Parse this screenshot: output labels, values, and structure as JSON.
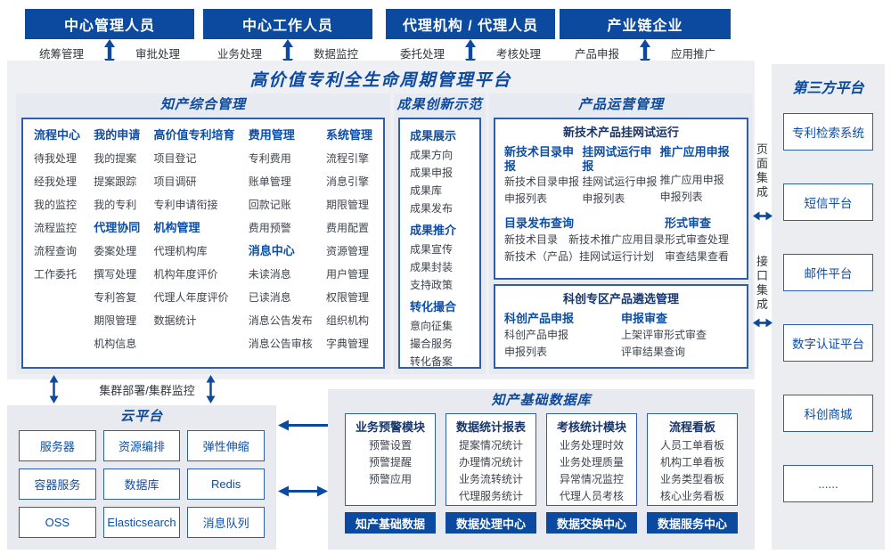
{
  "platform": {
    "title": "高价值专利全生命周期管理平台"
  },
  "user_groups": [
    {
      "title": "中心管理人员",
      "left_label": "统筹管理",
      "right_label": "审批处理"
    },
    {
      "title": "中心工作人员",
      "left_label": "业务处理",
      "right_label": "数据监控"
    },
    {
      "title": "代理机构 / 代理人员",
      "left_label": "委托处理",
      "right_label": "考核处理"
    },
    {
      "title": "产业链企业",
      "left_label": "产品申报",
      "right_label": "应用推广"
    }
  ],
  "ip_management": {
    "title": "知产综合管理",
    "columns": [
      {
        "groups": [
          {
            "header": "流程中心",
            "items": [
              "待我处理",
              "经我处理",
              "我的监控",
              "流程监控",
              "流程查询",
              "工作委托"
            ]
          }
        ]
      },
      {
        "groups": [
          {
            "header": "我的申请",
            "items": [
              "我的提案",
              "提案跟踪",
              "我的专利"
            ]
          },
          {
            "header": "代理协同",
            "items": [
              "委案处理",
              "撰写处理",
              "专利答复",
              "期限管理",
              "机构信息"
            ]
          }
        ]
      },
      {
        "groups": [
          {
            "header": "高价值专利培育",
            "items": [
              "项目登记",
              "项目调研",
              "专利申请衔接"
            ]
          },
          {
            "header": "机构管理",
            "items": [
              "代理机构库",
              "机构年度评价",
              "代理人年度评价",
              "数据统计"
            ]
          }
        ]
      },
      {
        "groups": [
          {
            "header": "费用管理",
            "items": [
              "专利费用",
              "账单管理",
              "回款记账",
              "费用预警"
            ]
          },
          {
            "header": "消息中心",
            "items": [
              "未读消息",
              "已读消息",
              "消息公告发布",
              "消息公告审核"
            ]
          }
        ]
      },
      {
        "groups": [
          {
            "header": "系统管理",
            "items": [
              "流程引擎",
              "消息引擎",
              "期限管理",
              "费用配置",
              "资源管理",
              "用户管理",
              "权限管理",
              "组织机构",
              "字典管理"
            ]
          }
        ]
      }
    ]
  },
  "achievements": {
    "title": "成果创新示范",
    "groups": [
      {
        "header": "成果展示",
        "items": [
          "成果方向",
          "成果申报",
          "成果库",
          "成果发布"
        ]
      },
      {
        "header": "成果推介",
        "items": [
          "成果宣传",
          "成果封装",
          "支持政策"
        ]
      },
      {
        "header": "转化撮合",
        "items": [
          "意向征集",
          "撮合服务",
          "转化备案"
        ]
      }
    ]
  },
  "product_ops": {
    "title": "产品运营管理",
    "trial_box": {
      "title": "新技术产品挂网试运行",
      "columns": [
        {
          "header": "新技术目录申报",
          "items": [
            "新技术目录申报",
            "申报列表"
          ]
        },
        {
          "header": "挂网试运行申报",
          "items": [
            "挂网试运行申报",
            "申报列表"
          ]
        },
        {
          "header": "推广应用申报",
          "items": [
            "推广应用申报",
            "申报列表"
          ]
        }
      ],
      "catalog": {
        "header": "目录发布查询",
        "row1": [
          "新技术目录",
          "新技术推广应用目录"
        ],
        "row2": "新技术（产品）挂网试运行计划"
      },
      "review": {
        "header": "形式审查",
        "items": [
          "形式审查处理",
          "审查结果查看"
        ]
      }
    },
    "selection_box": {
      "title": "科创专区产品遴选管理",
      "columns": [
        {
          "header": "科创产品申报",
          "items": [
            "科创产品申报",
            "申报列表"
          ]
        },
        {
          "header": "申报审查",
          "items": [
            "上架评审形式审查",
            "评审结果查询"
          ]
        }
      ]
    }
  },
  "cluster_label": "集群部署/集群监控",
  "cloud": {
    "title": "云平台",
    "services": [
      "服务器",
      "资源编排",
      "弹性伸缩",
      "容器服务",
      "数据库",
      "Redis",
      "OSS",
      "Elasticsearch",
      "消息队列"
    ]
  },
  "database": {
    "title": "知产基础数据库",
    "modules": [
      {
        "header": "业务预警模块",
        "items": [
          "预警设置",
          "预警提醒",
          "预警应用"
        ],
        "footer": "知产基础数据"
      },
      {
        "header": "数据统计报表",
        "items": [
          "提案情况统计",
          "办理情况统计",
          "业务流转统计",
          "代理服务统计"
        ],
        "footer": "数据处理中心"
      },
      {
        "header": "考核统计模块",
        "items": [
          "业务处理时效",
          "业务处理质量",
          "异常情况监控",
          "代理人员考核"
        ],
        "footer": "数据交换中心"
      },
      {
        "header": "流程看板",
        "items": [
          "人员工单看板",
          "机构工单看板",
          "业务类型看板",
          "核心业务看板"
        ],
        "footer": "数据服务中心"
      }
    ]
  },
  "third_party": {
    "title": "第三方平台",
    "integration_labels": [
      "页面集成",
      "接口集成"
    ],
    "platforms": [
      "专利检索系统",
      "短信平台",
      "邮件平台",
      "数字认证平台",
      "科创商城",
      "......"
    ]
  },
  "colors": {
    "primary_blue": "#0b4a9f",
    "header_blue": "#0d4ea6",
    "navy": "#17356b",
    "border_blue": "#2f5ea8",
    "panel_gray": "#e8eaf2",
    "item_text": "#3f444d"
  }
}
